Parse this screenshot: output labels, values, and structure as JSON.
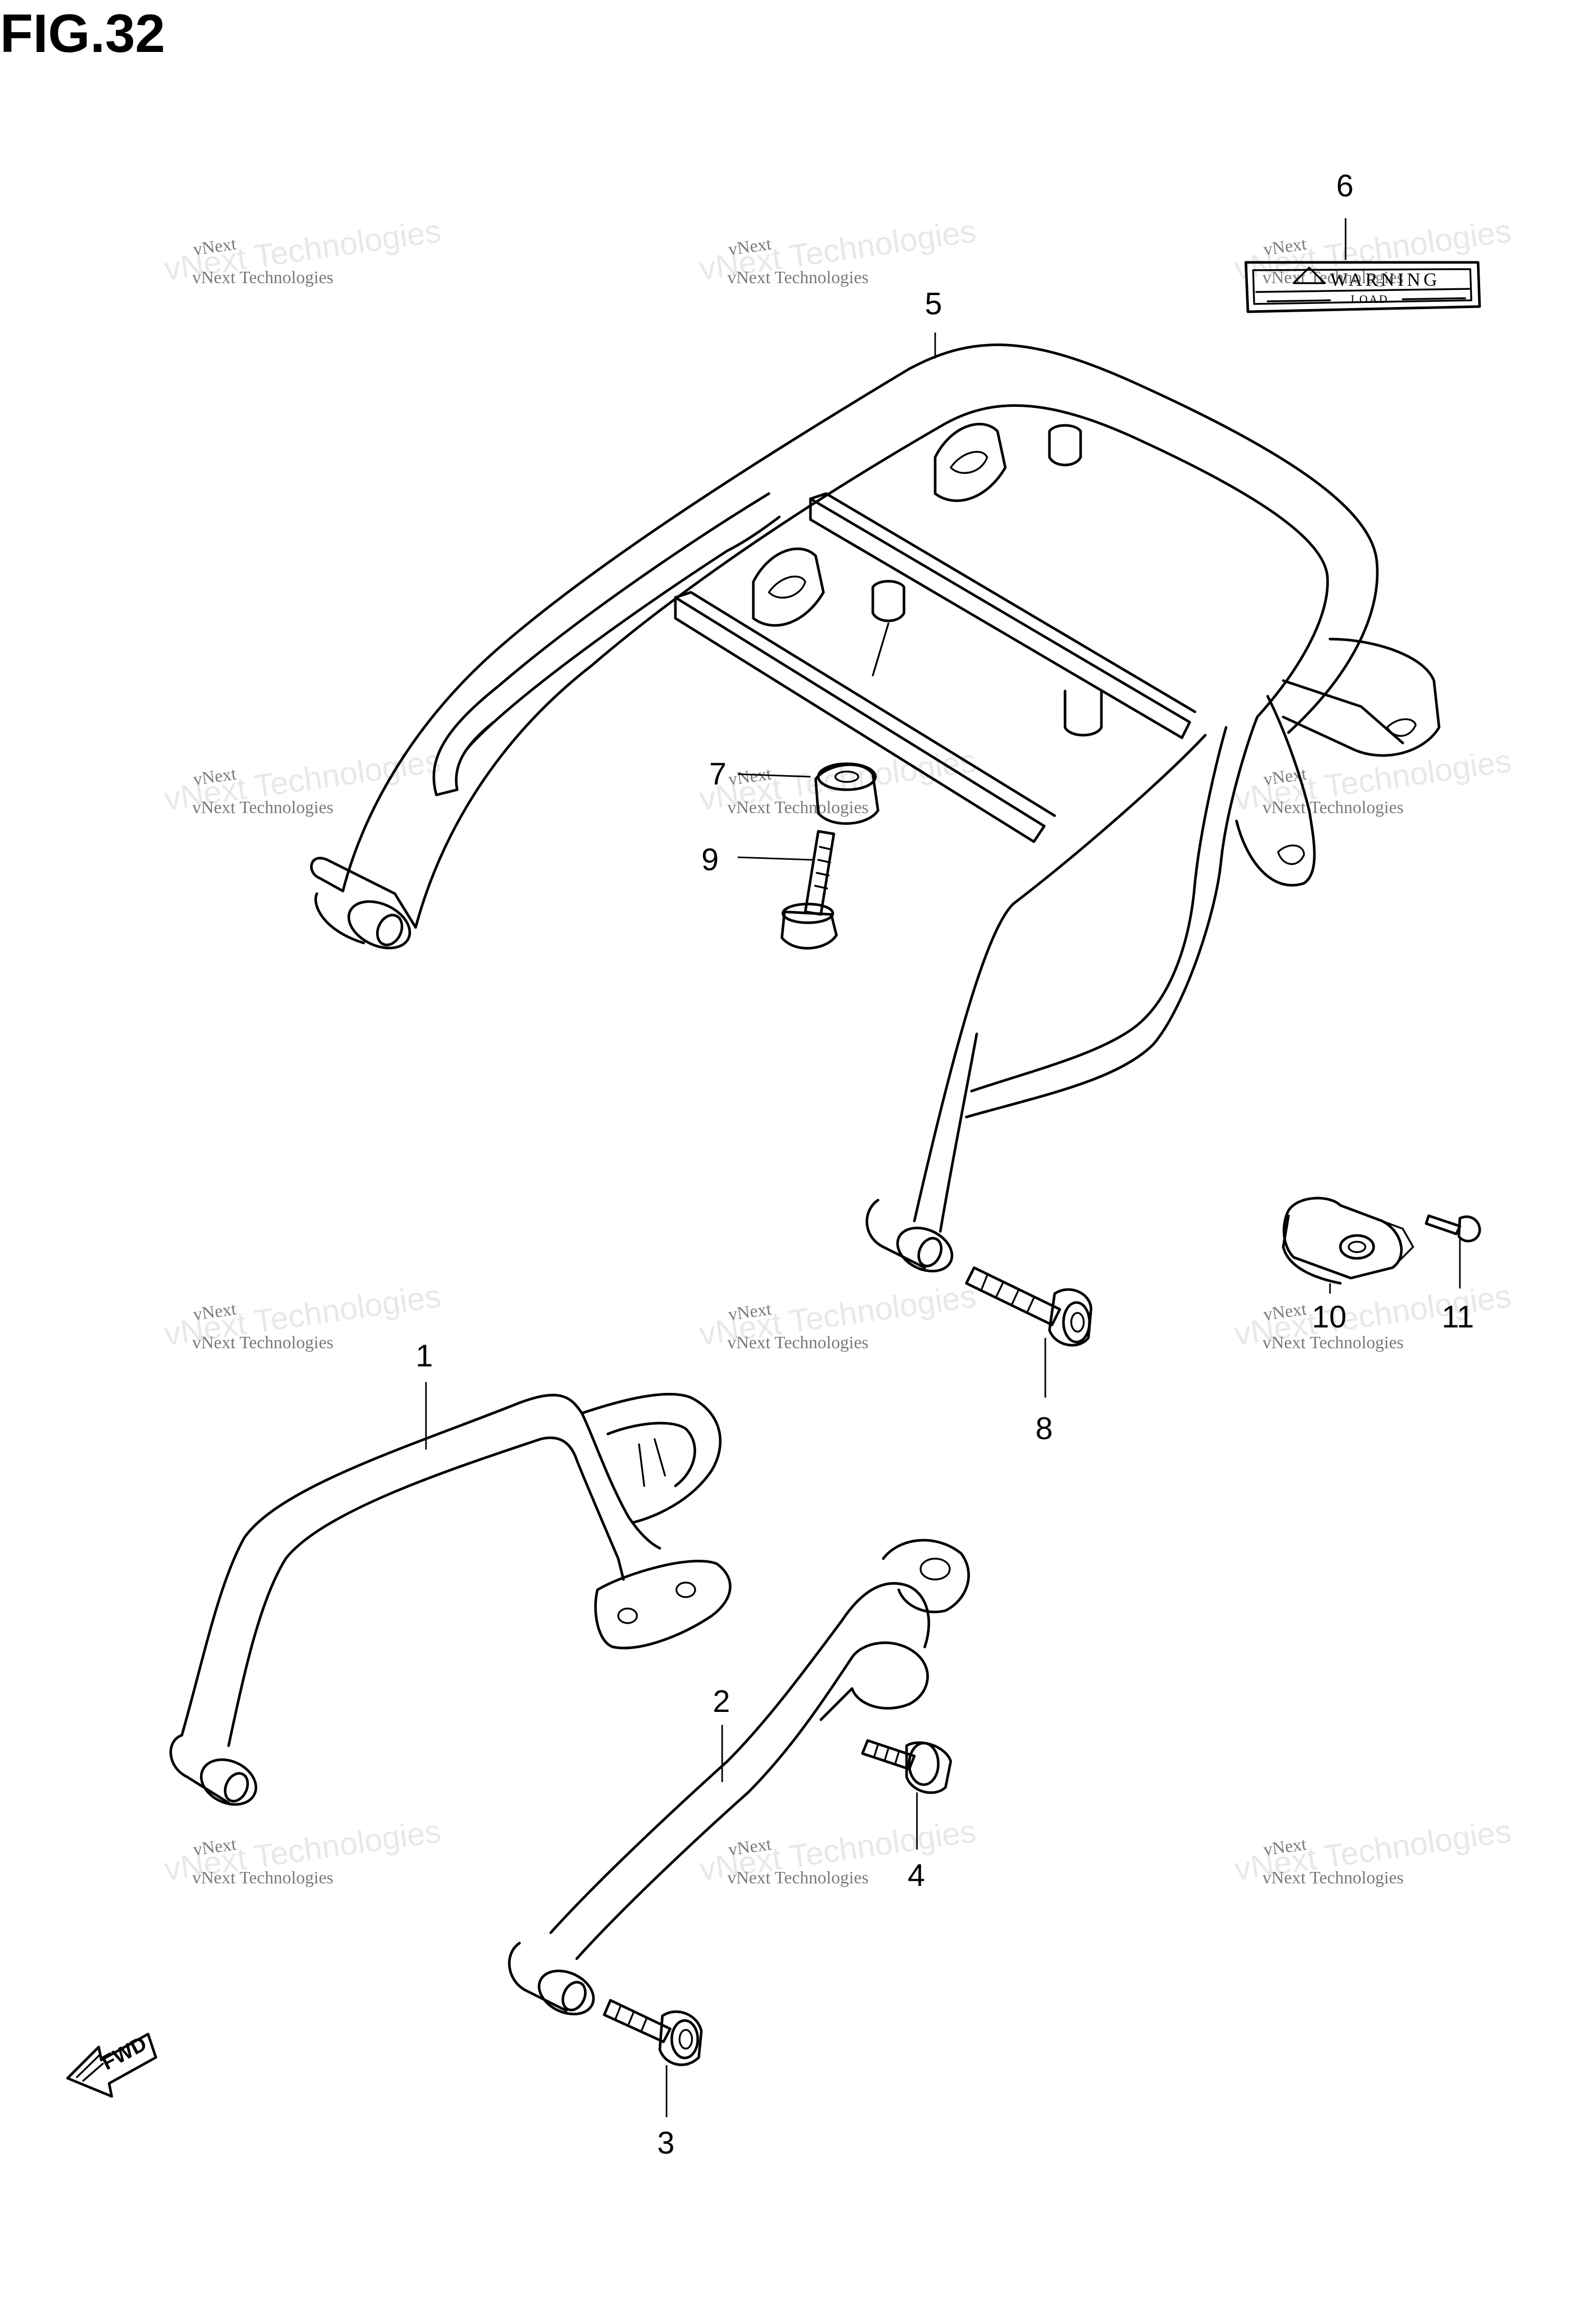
{
  "figure": {
    "title": "FIG.32"
  },
  "watermark": {
    "line1": "vNext Technologies",
    "line2": "vNext Technologies",
    "line3": "vNext"
  },
  "callouts": [
    {
      "id": "callout-1",
      "text": "1"
    },
    {
      "id": "callout-2",
      "text": "2"
    },
    {
      "id": "callout-3",
      "text": "3"
    },
    {
      "id": "callout-4",
      "text": "4"
    },
    {
      "id": "callout-5",
      "text": "5"
    },
    {
      "id": "callout-6",
      "text": "6"
    },
    {
      "id": "callout-7",
      "text": "7"
    },
    {
      "id": "callout-8",
      "text": "8"
    },
    {
      "id": "callout-9",
      "text": "9"
    },
    {
      "id": "callout-10",
      "text": "10"
    },
    {
      "id": "callout-11",
      "text": "11"
    }
  ],
  "warning_label": {
    "heading": "WARNING",
    "subtext": "LOAD"
  },
  "direction_arrow": {
    "text": "FWD"
  },
  "colors": {
    "line": "#000000",
    "background": "#ffffff",
    "watermark": "#7a7a7a"
  }
}
